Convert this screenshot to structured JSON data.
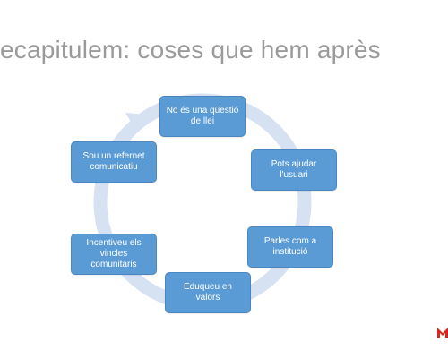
{
  "slide": {
    "title": "ecapitulem: coses que hem après",
    "colors": {
      "title": "#9a9a9a",
      "node_fill": "#5b9bd5",
      "node_border": "#4a86c0",
      "ring": "#d6e1f1",
      "logo": "#d7261e"
    }
  },
  "cycle": {
    "nodes": [
      {
        "label": "No és una qüestió de llei"
      },
      {
        "label": "Pots ajudar l'usuari"
      },
      {
        "label": "Parles com a institució"
      },
      {
        "label": "Eduqueu en valors"
      },
      {
        "label": "Incentiveu els vincles comunitaris"
      },
      {
        "label": "Sou un refernet comunicatiu"
      }
    ]
  }
}
